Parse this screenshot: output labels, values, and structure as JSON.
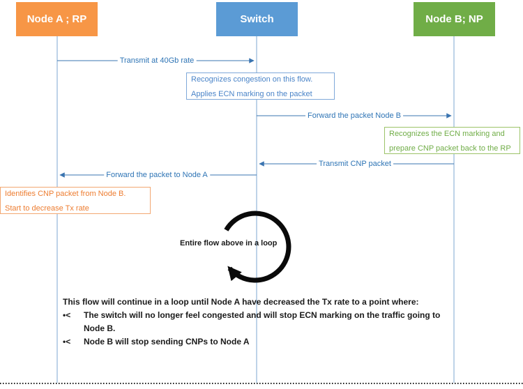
{
  "actors": [
    {
      "id": "node-a",
      "label": "Node A ; RP",
      "color": "#F79646"
    },
    {
      "id": "switch",
      "label": "Switch",
      "color": "#5B9BD5"
    },
    {
      "id": "node-b",
      "label": "Node B; NP",
      "color": "#70AD47"
    }
  ],
  "messages": [
    {
      "label": "Transmit at 40Gb rate",
      "from": "node-a",
      "to": "switch"
    },
    {
      "label": "Forward the packet Node B",
      "from": "switch",
      "to": "node-b"
    },
    {
      "label": "Transmit CNP packet",
      "from": "node-b",
      "to": "switch"
    },
    {
      "label": "Forward the packet to Node A",
      "from": "switch",
      "to": "node-a"
    }
  ],
  "notes": [
    {
      "id": "switch-note",
      "lines": [
        "Recognizes congestion on this flow.",
        "Applies ECN marking on the packet"
      ],
      "color": "#4A84C8"
    },
    {
      "id": "node-b-note",
      "lines": [
        "Recognizes the ECN marking and",
        "prepare CNP packet back to the RP"
      ],
      "color": "#70AD47"
    },
    {
      "id": "node-a-note",
      "lines": [
        "Identifies CNP packet from Node B.",
        "Start to decrease Tx rate"
      ],
      "color": "#ED7D31"
    }
  ],
  "loop": {
    "label": "Entire flow above in a loop"
  },
  "summary": {
    "intro": "This flow will continue in a loop until Node A have decreased the Tx rate to a point where:",
    "bullet_marker": "•<",
    "bullets": [
      "The switch will no longer feel congested and will stop ECN marking on the traffic going to Node B.",
      "Node B will stop sending CNPs to Node A"
    ]
  },
  "colors": {
    "node_a_fill": "#F79646",
    "switch_fill": "#5B9BD5",
    "node_b_fill": "#70AD47",
    "arrow_line": "#3A74B0",
    "arrow_label_text": "#2E74B5",
    "lifeline": "#7CA7D0",
    "loop_arrow": "#0a0a0a"
  }
}
